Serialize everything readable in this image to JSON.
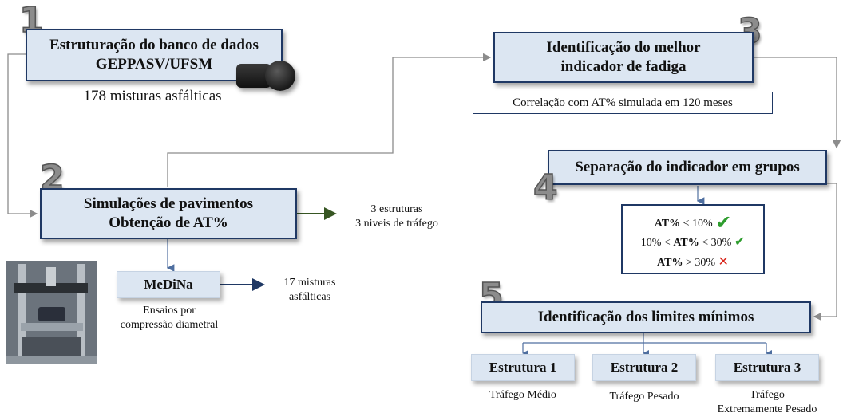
{
  "steps": {
    "s1": {
      "number": "1",
      "line1": "Estruturação do banco de dados",
      "line2": "GEPPASV/UFSM",
      "note": "178 misturas asfálticas"
    },
    "s2": {
      "number": "2",
      "line1": "Simulações de pavimentos",
      "line2": "Obtenção de AT%",
      "out_line1": "3 estruturas",
      "out_line2": "3 niveis de tráfego",
      "tool": "MeDiNa",
      "tool_note1": "Ensaios por",
      "tool_note2": "compressão diametral",
      "tool_out1": "17 misturas",
      "tool_out2": "asfálticas"
    },
    "s3": {
      "number": "3",
      "line1": "Identificação do melhor",
      "line2": "indicador de fadiga",
      "note": "Correlação com AT% simulada em 120 meses"
    },
    "s4": {
      "number": "4",
      "title": "Separação do indicador em grupos",
      "groups": [
        {
          "pre": "",
          "bold": "AT%",
          "post": " < 10%",
          "mark": "✔"
        },
        {
          "pre": "10% < ",
          "bold": "AT%",
          "post": " < 30%",
          "mark": "✔"
        },
        {
          "pre": "",
          "bold": "AT%",
          "post": " > 30%",
          "mark": "✕"
        }
      ]
    },
    "s5": {
      "number": "5",
      "title": "Identificação dos limites mínimos",
      "structures": [
        {
          "label": "Estrutura 1",
          "traffic1": "Tráfego Médio",
          "traffic2": ""
        },
        {
          "label": "Estrutura 2",
          "traffic1": "Tráfego Pesado",
          "traffic2": ""
        },
        {
          "label": "Estrutura 3",
          "traffic1": "Tráfego",
          "traffic2": "Extremamente Pesado"
        }
      ]
    }
  },
  "colors": {
    "box_fill": "#dce6f2",
    "box_border": "#1f3864",
    "arrow_grey": "#8c8c8c",
    "arrow_green": "#375623",
    "arrow_navy": "#1f3864",
    "check": "#2e9d2e",
    "cross": "#d9261c"
  },
  "icons": {
    "photo": "compression-test-machine",
    "samples": "asphalt-specimens"
  }
}
